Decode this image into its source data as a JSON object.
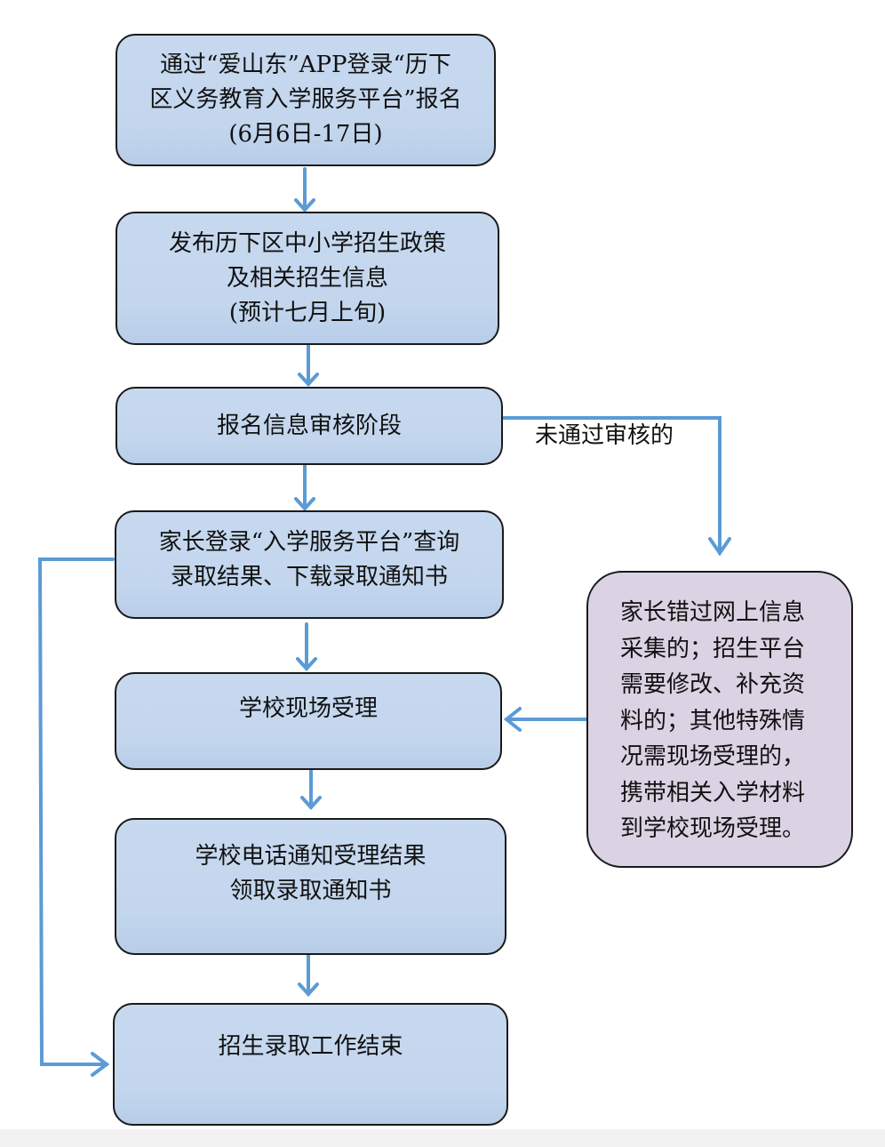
{
  "flowchart": {
    "accent_color": "#5b9bd5",
    "main_fill": "#c5d8ef",
    "side_fill": "#dbd2e3",
    "nodes": [
      {
        "id": "register",
        "lines": [
          "通过“爱山东”APP登录“历下",
          "区义务教育入学服务平台”报名",
          "(6月6日-17日)"
        ]
      },
      {
        "id": "publish-policy",
        "lines": [
          "发布历下区中小学招生政策",
          "及相关招生信息",
          "(预计七月上旬)"
        ]
      },
      {
        "id": "review",
        "lines": [
          "报名信息审核阶段"
        ]
      },
      {
        "id": "query-results",
        "lines": [
          "家长登录“入学服务平台”查询",
          "录取结果、下载录取通知书"
        ]
      },
      {
        "id": "onsite-processing",
        "lines": [
          "学校现场受理"
        ]
      },
      {
        "id": "phone-notify",
        "lines": [
          "学校电话通知受理结果",
          "领取录取通知书"
        ]
      },
      {
        "id": "end",
        "lines": [
          "招生录取工作结束"
        ]
      }
    ],
    "side_node": {
      "id": "special-cases",
      "lines": [
        "家长错过网上信息",
        "采集的；招生平台",
        "需要修改、补充资",
        "料的；其他特殊情",
        "况需现场受理的，",
        "携带相关入学材料",
        "到学校现场受理。"
      ]
    },
    "edge_labels": {
      "not_passed": "未通过审核的"
    }
  }
}
